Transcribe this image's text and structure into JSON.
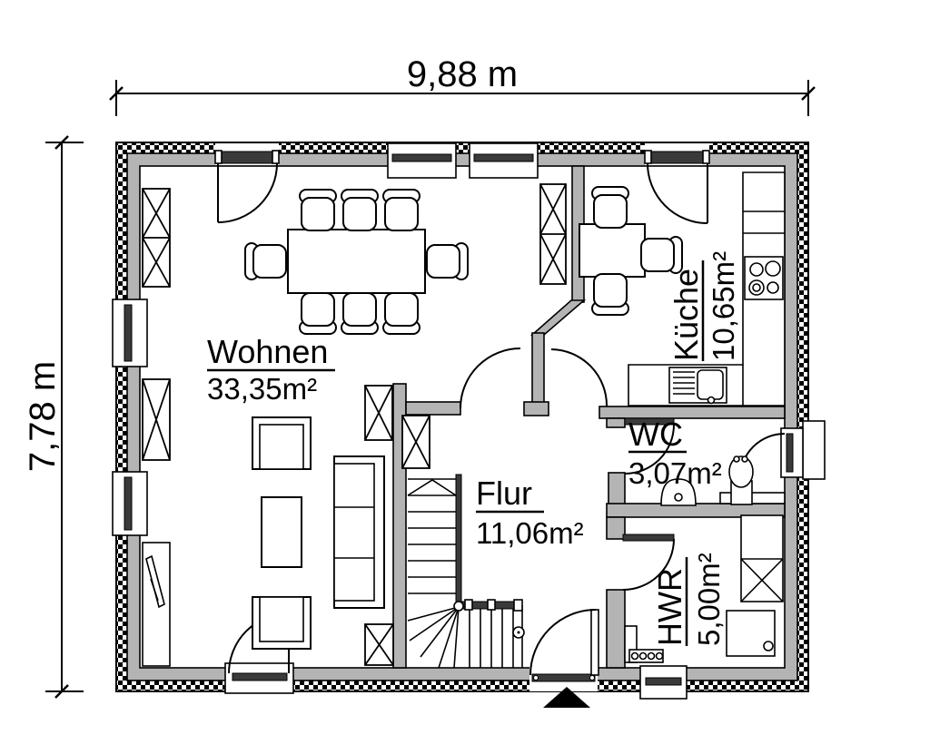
{
  "dimensions": {
    "width_label": "9,88 m",
    "height_label": "7,78 m"
  },
  "rooms": {
    "wohnen": {
      "name": "Wohnen",
      "area": "33,35m²"
    },
    "kueche": {
      "name": "Küche",
      "area": "10,65m²"
    },
    "flur": {
      "name": "Flur",
      "area": "11,06m²"
    },
    "wc": {
      "name": "WC",
      "area": "3,07m²"
    },
    "hwr": {
      "name": "HWR",
      "area": "5,00m²"
    }
  },
  "colors": {
    "wall_fill": "#b4b4b4",
    "line": "#000000",
    "lintel": "#3a3a3a",
    "background": "#ffffff"
  }
}
